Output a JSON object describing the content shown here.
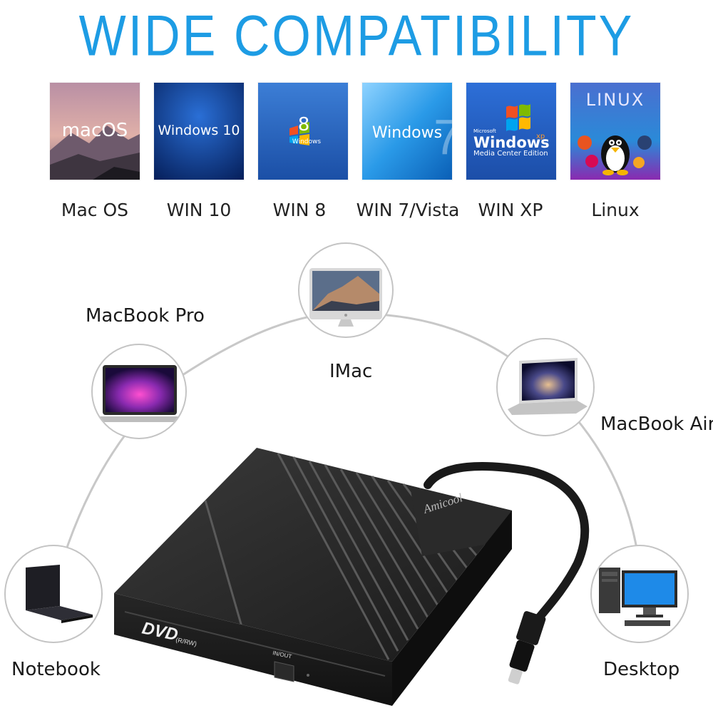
{
  "headline": "WIDE COMPATIBILITY",
  "os_tiles": [
    {
      "tile_text": "macOS",
      "label": "Mac OS"
    },
    {
      "tile_text": "Windows 10",
      "label": "WIN 10"
    },
    {
      "tile_text": "8",
      "sub_text": "Windows",
      "label": "WIN 8"
    },
    {
      "tile_text": "Windows",
      "label": "WIN 7/Vista"
    },
    {
      "tile_text": "Windows",
      "sup_text": "xp",
      "small_text": "Microsoft",
      "edition_text": "Media Center Edition",
      "label": "WIN XP"
    },
    {
      "tile_text": "LINUX",
      "label": "Linux"
    }
  ],
  "devices": {
    "imac": "IMac",
    "macbook_pro": "MacBook Pro",
    "macbook_air": "MacBook Air",
    "notebook": "Notebook",
    "desktop": "Desktop"
  },
  "drive": {
    "brand": "Amicool",
    "dvd_text": "DVD",
    "dvd_sub": "(R/RW)",
    "button_text": "IN/OUT"
  },
  "colors": {
    "headline_blue": "#1d9ce4",
    "circle_border": "#c4c4c4",
    "drive_body": "#1e1e1e"
  }
}
